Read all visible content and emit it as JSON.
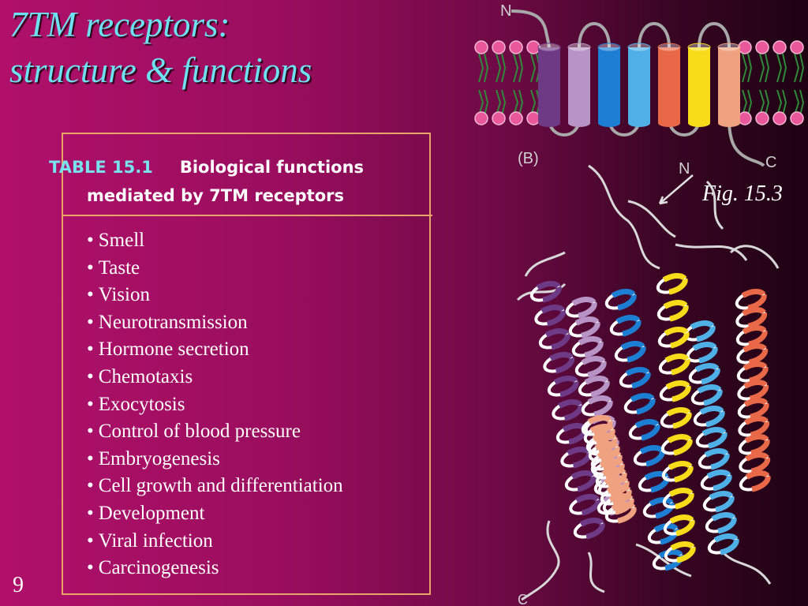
{
  "title": {
    "line1": "7TM receptors:",
    "line2": "structure & functions"
  },
  "table": {
    "label": "TABLE 15.1",
    "caption_line1": "Biological functions",
    "caption_line2": "mediated by 7TM receptors",
    "items": [
      "Smell",
      "Taste",
      "Vision",
      "Neurotransmission",
      "Hormone secretion",
      "Chemotaxis",
      "Exocytosis",
      "Control of blood pressure",
      "Embryogenesis",
      "Cell growth and differentiation",
      "Development",
      "Viral infection",
      "Carcinogenesis"
    ]
  },
  "figure": {
    "caption": "Fig. 15.3",
    "panel_label": "(B)",
    "n_top": "N",
    "n_structure": "N",
    "c_topology": "C",
    "c_structure": "C",
    "helix_colors": [
      "#6e3a86",
      "#b894c6",
      "#1c7fd4",
      "#4fb0e8",
      "#e86848",
      "#f8dc1a",
      "#f0a280"
    ]
  },
  "page_number": "9"
}
